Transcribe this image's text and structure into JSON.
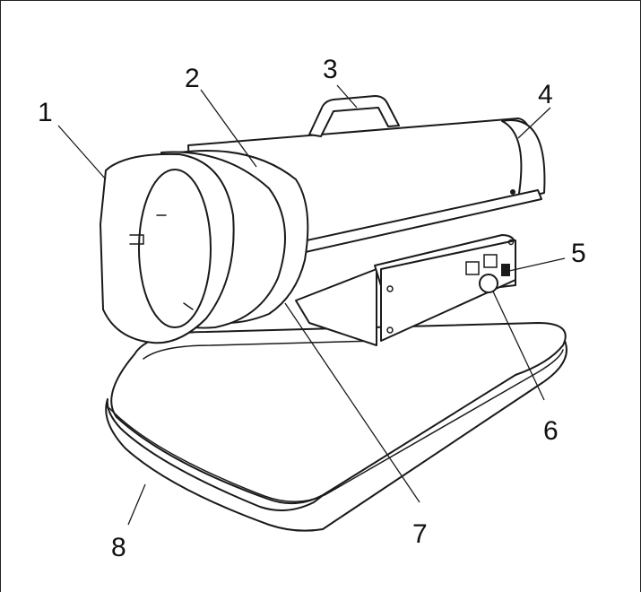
{
  "callouts": [
    {
      "id": "c1",
      "label": "1"
    },
    {
      "id": "c2",
      "label": "2"
    },
    {
      "id": "c3",
      "label": "3"
    },
    {
      "id": "c4",
      "label": "4"
    },
    {
      "id": "c5",
      "label": "5"
    },
    {
      "id": "c6",
      "label": "6"
    },
    {
      "id": "c7",
      "label": "7"
    },
    {
      "id": "c8",
      "label": "8"
    }
  ],
  "colors": {
    "line": "#1a1a1a",
    "fill": "#ffffff"
  }
}
